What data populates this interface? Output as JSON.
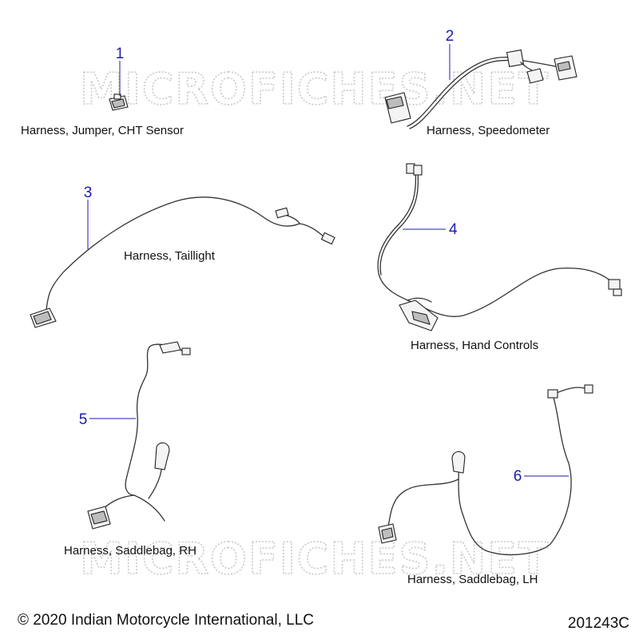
{
  "watermark": "MICROFICHES.NET",
  "parts": [
    {
      "num": "1",
      "name": "Harness, Jumper, CHT Sensor"
    },
    {
      "num": "2",
      "name": "Harness, Speedometer"
    },
    {
      "num": "3",
      "name": "Harness, Taillight"
    },
    {
      "num": "4",
      "name": "Harness, Hand Controls"
    },
    {
      "num": "5",
      "name": "Harness, Saddlebag, RH"
    },
    {
      "num": "6",
      "name": "Harness, Saddlebag, LH"
    }
  ],
  "footer": {
    "copyright": "© 2020 Indian Motorcycle International, LLC",
    "figure_id": "201243C"
  }
}
